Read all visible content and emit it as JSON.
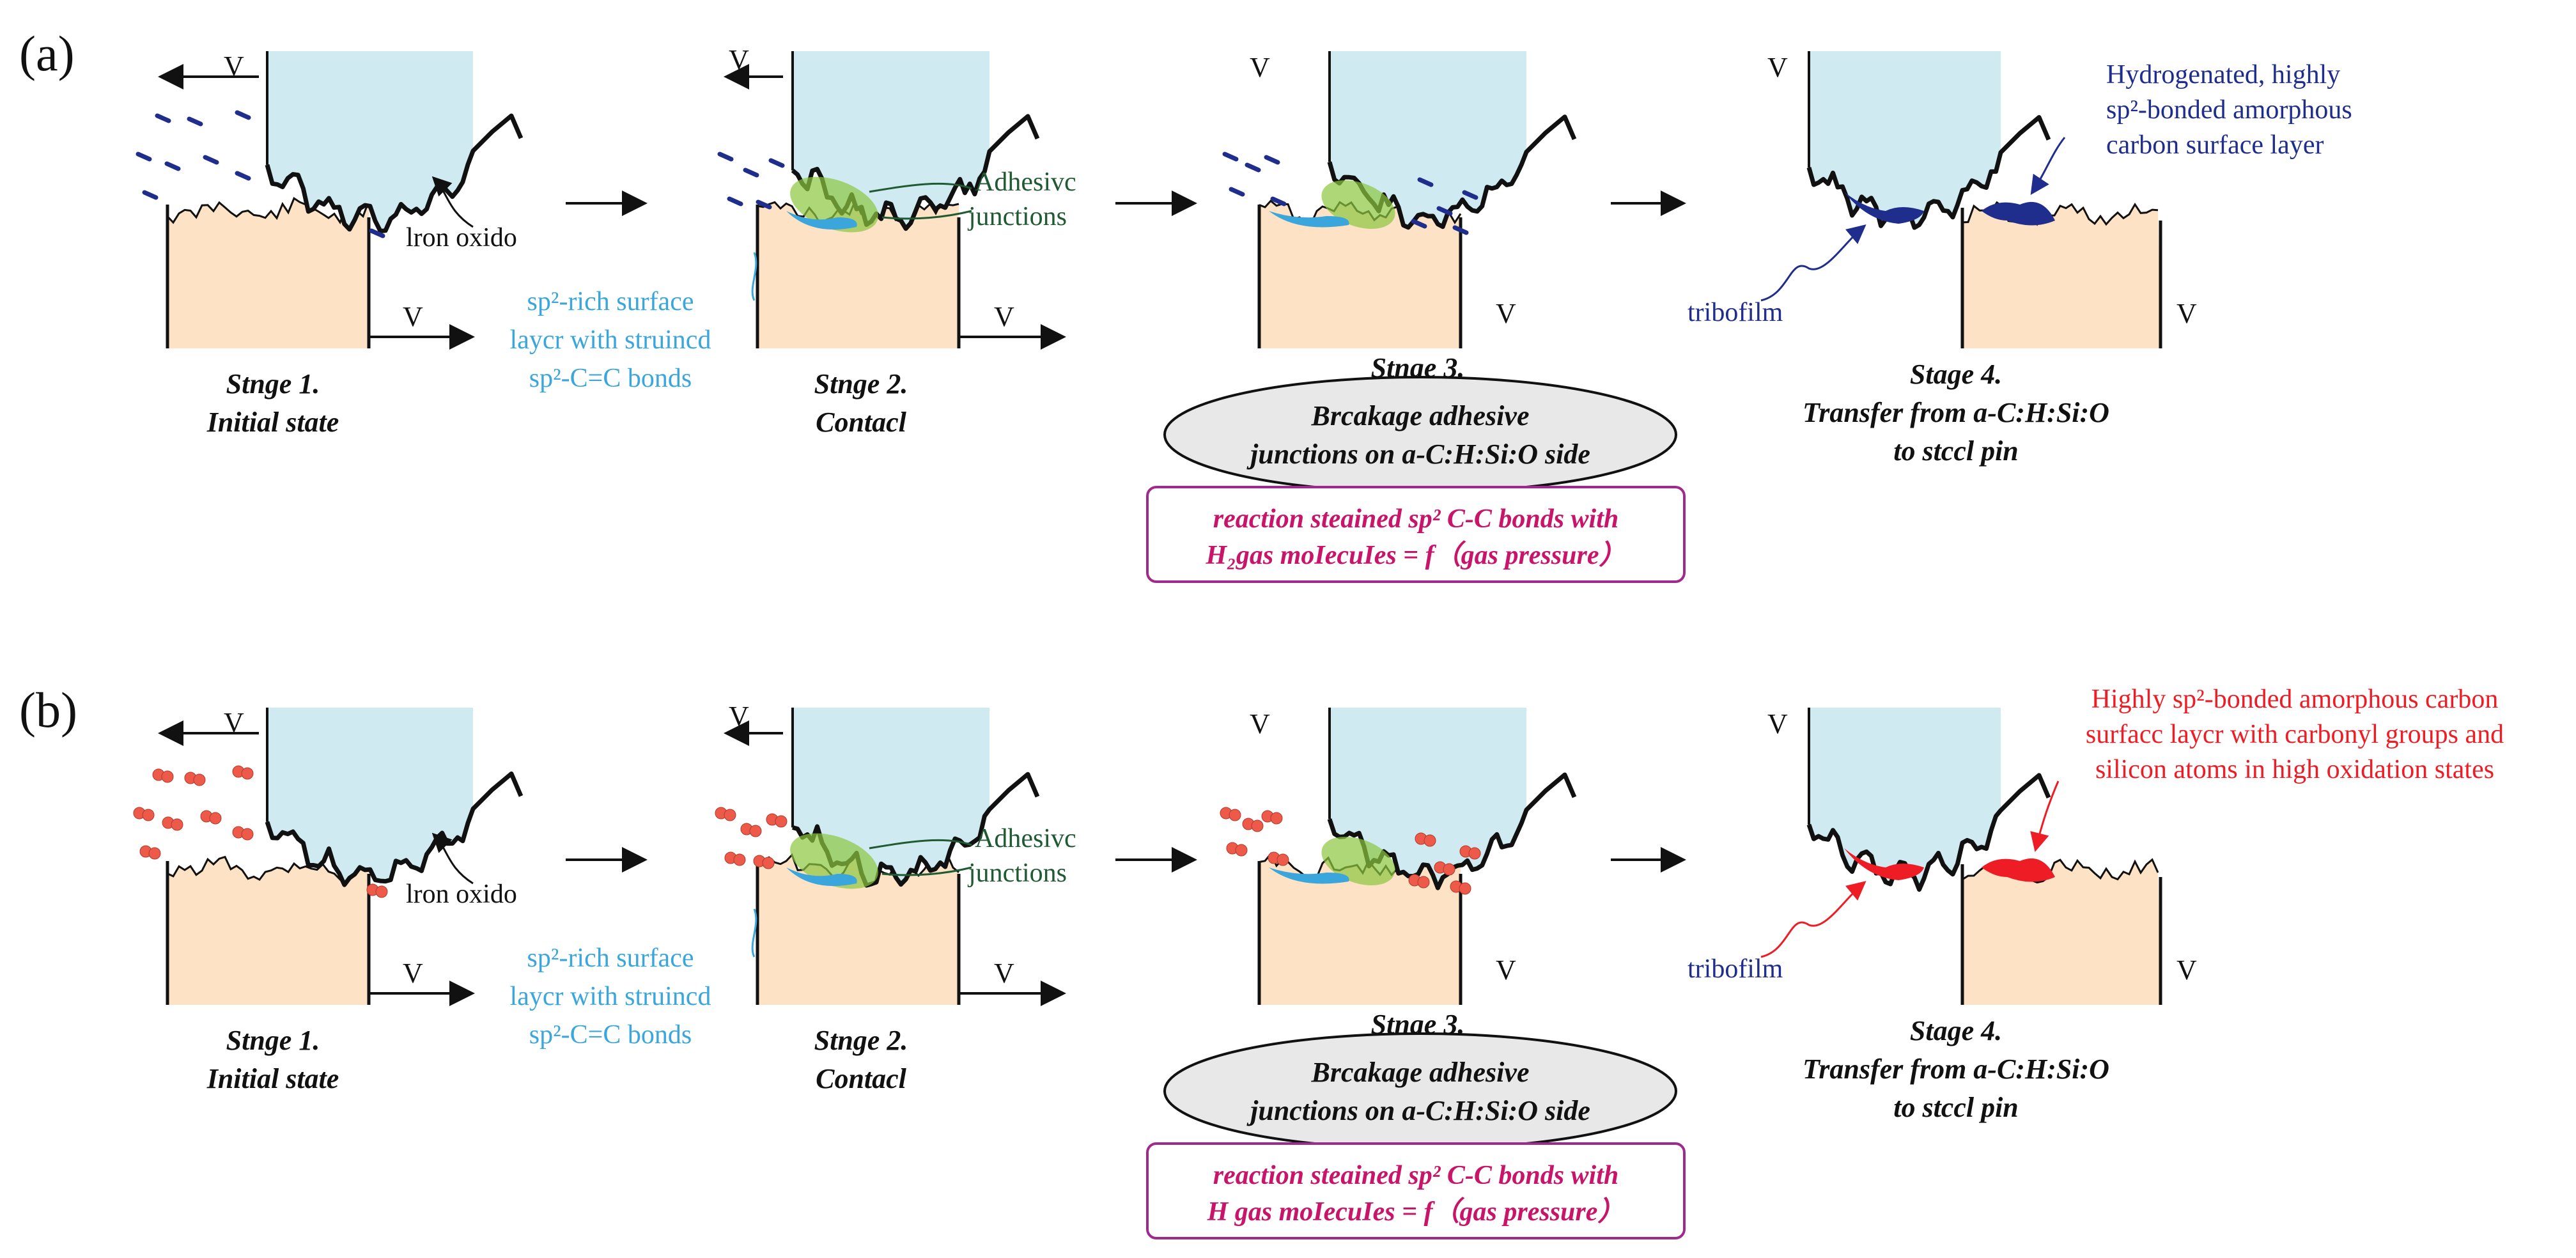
{
  "panels": [
    {
      "label": "(a)",
      "particle": "dash",
      "accent": "#1f2d8c",
      "iron_oxide": "lron oxido",
      "v": "V",
      "stage1": [
        "Stnge 1.",
        "Initial state"
      ],
      "sp2_note": [
        "sp²-rich surface",
        "laycr with struincd",
        "sp²-C=C bonds"
      ],
      "adhesive": [
        "Adhesivc",
        "junctions"
      ],
      "stage2": [
        "Stnge 2.",
        "Contacl"
      ],
      "stage3": "Stnge 3.",
      "ellipse": [
        "Brcakage adhesive",
        "junctions on a-C:H:Si:O side"
      ],
      "reaction": [
        "reaction steained sp² C-C bonds with",
        "H₂gas moIecuIes = f（gas pressure）"
      ],
      "tribofilm": "tribofilm",
      "surface_note": [
        "Hydrogenated, highly",
        "sp²-bonded amorphous",
        "carbon surface layer"
      ],
      "stage4": [
        "Stage 4.",
        "Transfer from a-C:H:Si:O",
        "to stccl pin"
      ]
    },
    {
      "label": "(b)",
      "particle": "sphere",
      "accent": "#ee1c25",
      "iron_oxide": "lron oxido",
      "v": "V",
      "stage1": [
        "Stnge 1.",
        "Initial state"
      ],
      "sp2_note": [
        "sp²-rich surface",
        "laycr with struincd",
        "sp²-C=C bonds"
      ],
      "adhesive": [
        "Adhesivc",
        "junctions"
      ],
      "stage2": [
        "Stnge 2.",
        "Contacl"
      ],
      "stage3": "Stnge 3.",
      "ellipse": [
        "Brcakage adhesive",
        "junctions on a-C:H:Si:O side"
      ],
      "reaction": [
        "reaction steained sp² C-C bonds with",
        "H  gas moIecuIes = f（gas pressure）"
      ],
      "tribofilm": "tribofilm",
      "surface_note": [
        "Highly sp²-bonded amorphous carbon",
        "surfacc laycr with carbonyl groups and",
        "silicon atoms in high oxidation states"
      ],
      "stage4": [
        "Stage 4.",
        "Transfer from a-C:H:Si:O",
        "to stccl pin"
      ]
    }
  ],
  "colors": {
    "pin": "#cfeaf0",
    "block": "#fde2c6",
    "sp2_layer": "#3aa6dc",
    "junction": "#8cc63f",
    "reaction_border": "#a02a8c",
    "ellipse_fill": "#e8e8e8",
    "tribofilm_a": "#1f2d8c",
    "tribofilm_b": "#ee1c25",
    "h2_dash": "#1f2d8c",
    "molecule": "#ee5a4a"
  }
}
